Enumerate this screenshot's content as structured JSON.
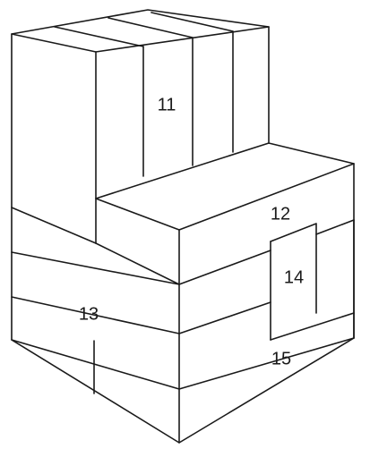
{
  "blocks": [
    {
      "id": "11",
      "label": "11"
    },
    {
      "id": "12",
      "label": "12"
    },
    {
      "id": "13",
      "label": "13"
    },
    {
      "id": "14",
      "label": "14"
    },
    {
      "id": "15",
      "label": "15"
    }
  ]
}
